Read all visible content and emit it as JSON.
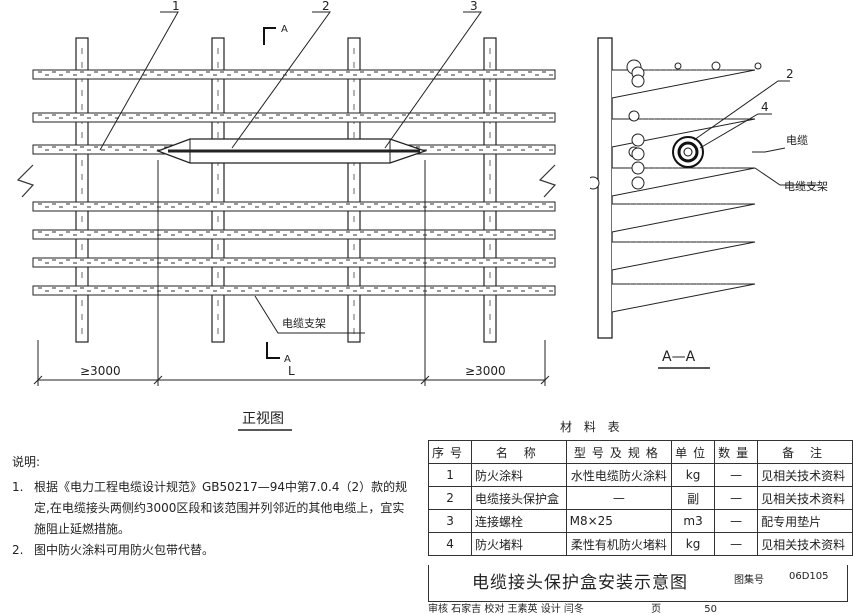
{
  "front_view": {
    "callout_1": "1",
    "callout_2": "2",
    "callout_3": "3",
    "section_mark_top": "A",
    "section_mark_bottom": "A",
    "tray_label": "电缆支架",
    "dim_left": "≥3000",
    "dim_mid": "L",
    "dim_right": "≥3000",
    "caption": "正视图"
  },
  "section_view": {
    "callout_2": "2",
    "callout_4": "4",
    "cable_label": "电缆",
    "tray_label": "电缆支架",
    "caption": "A—A"
  },
  "notes": {
    "title": "说明:",
    "items": [
      {
        "num": "1.",
        "text": "根据《电力工程电缆设计规范》GB50217—94中第7.0.4（2）款的规定,在电缆接头两侧约3000区段和该范围并列邻近的其他电缆上，宜实施阻止延燃措施。"
      },
      {
        "num": "2.",
        "text": "图中防火涂料可用防火包带代替。"
      }
    ]
  },
  "materials": {
    "title": "材 料 表",
    "headers": [
      "序号",
      "名 称",
      "型号及规格",
      "单位",
      "数量",
      "备 注"
    ],
    "rows": [
      [
        "1",
        "防火涂料",
        "水性电缆防火涂料",
        "kg",
        "—",
        "见相关技术资料"
      ],
      [
        "2",
        "电缆接头保护盒",
        "—",
        "副",
        "—",
        "见相关技术资料"
      ],
      [
        "3",
        "连接螺栓",
        "M8×25",
        "m3",
        "—",
        "配专用垫片"
      ],
      [
        "4",
        "防火堵料",
        "柔性有机防火堵料",
        "kg",
        "—",
        "见相关技术资料"
      ]
    ]
  },
  "title_block": {
    "drawing_title": "电缆接头保护盒安装示意图",
    "atlas_label": "图集号",
    "atlas_no": "06D105",
    "sign_row": "审核 石家吉 校对 王素英 设计 闫冬",
    "page_label": "页",
    "page_no": "50"
  }
}
